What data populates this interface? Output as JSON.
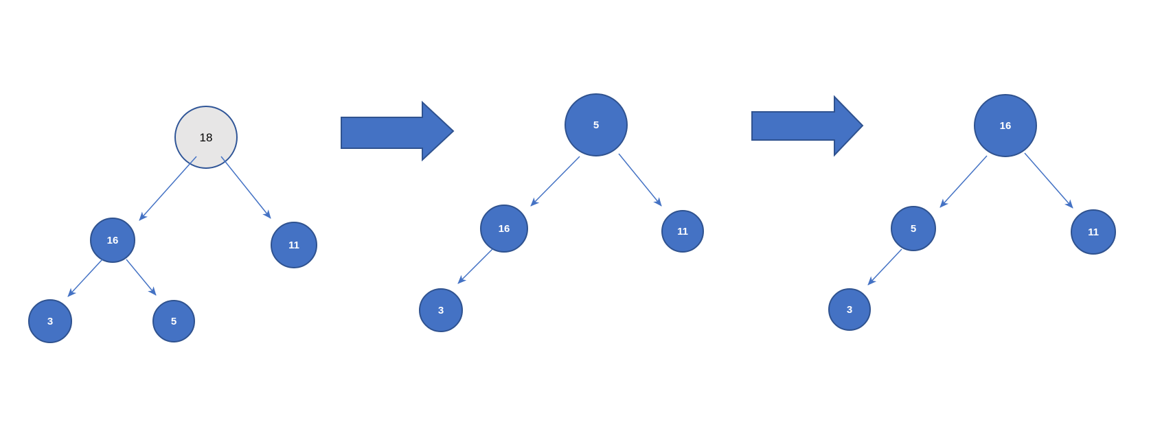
{
  "diagram_type": "binary-tree-transformation",
  "colors": {
    "node_fill": "#4472c4",
    "node_border": "#2f528f",
    "highlight_node_fill": "#e7e6e6",
    "highlight_node_border": "#2f5597",
    "node_text": "#ffffff",
    "highlight_node_text": "#000000",
    "connector": "#4472c4",
    "block_arrow_fill": "#4472c4",
    "block_arrow_border": "#2f528f",
    "background": "#ffffff"
  },
  "trees": [
    {
      "nodes": [
        {
          "id": "root",
          "label": "18",
          "highlighted": true
        },
        {
          "id": "left",
          "label": "16"
        },
        {
          "id": "right",
          "label": "11"
        },
        {
          "id": "left-left",
          "label": "3"
        },
        {
          "id": "left-right",
          "label": "5"
        }
      ],
      "edges": [
        "root->left",
        "root->right",
        "left->left-left",
        "left->left-right"
      ]
    },
    {
      "nodes": [
        {
          "id": "root",
          "label": "5"
        },
        {
          "id": "left",
          "label": "16"
        },
        {
          "id": "right",
          "label": "11"
        },
        {
          "id": "left-left",
          "label": "3"
        }
      ],
      "edges": [
        "root->left",
        "root->right",
        "left->left-left"
      ]
    },
    {
      "nodes": [
        {
          "id": "root",
          "label": "16"
        },
        {
          "id": "left",
          "label": "5"
        },
        {
          "id": "right",
          "label": "11"
        },
        {
          "id": "left-left",
          "label": "3"
        }
      ],
      "edges": [
        "root->left",
        "root->right",
        "left->left-left"
      ]
    }
  ],
  "transition_arrows": [
    {
      "id": "arrow-1",
      "direction": "right"
    },
    {
      "id": "arrow-2",
      "direction": "right"
    }
  ]
}
